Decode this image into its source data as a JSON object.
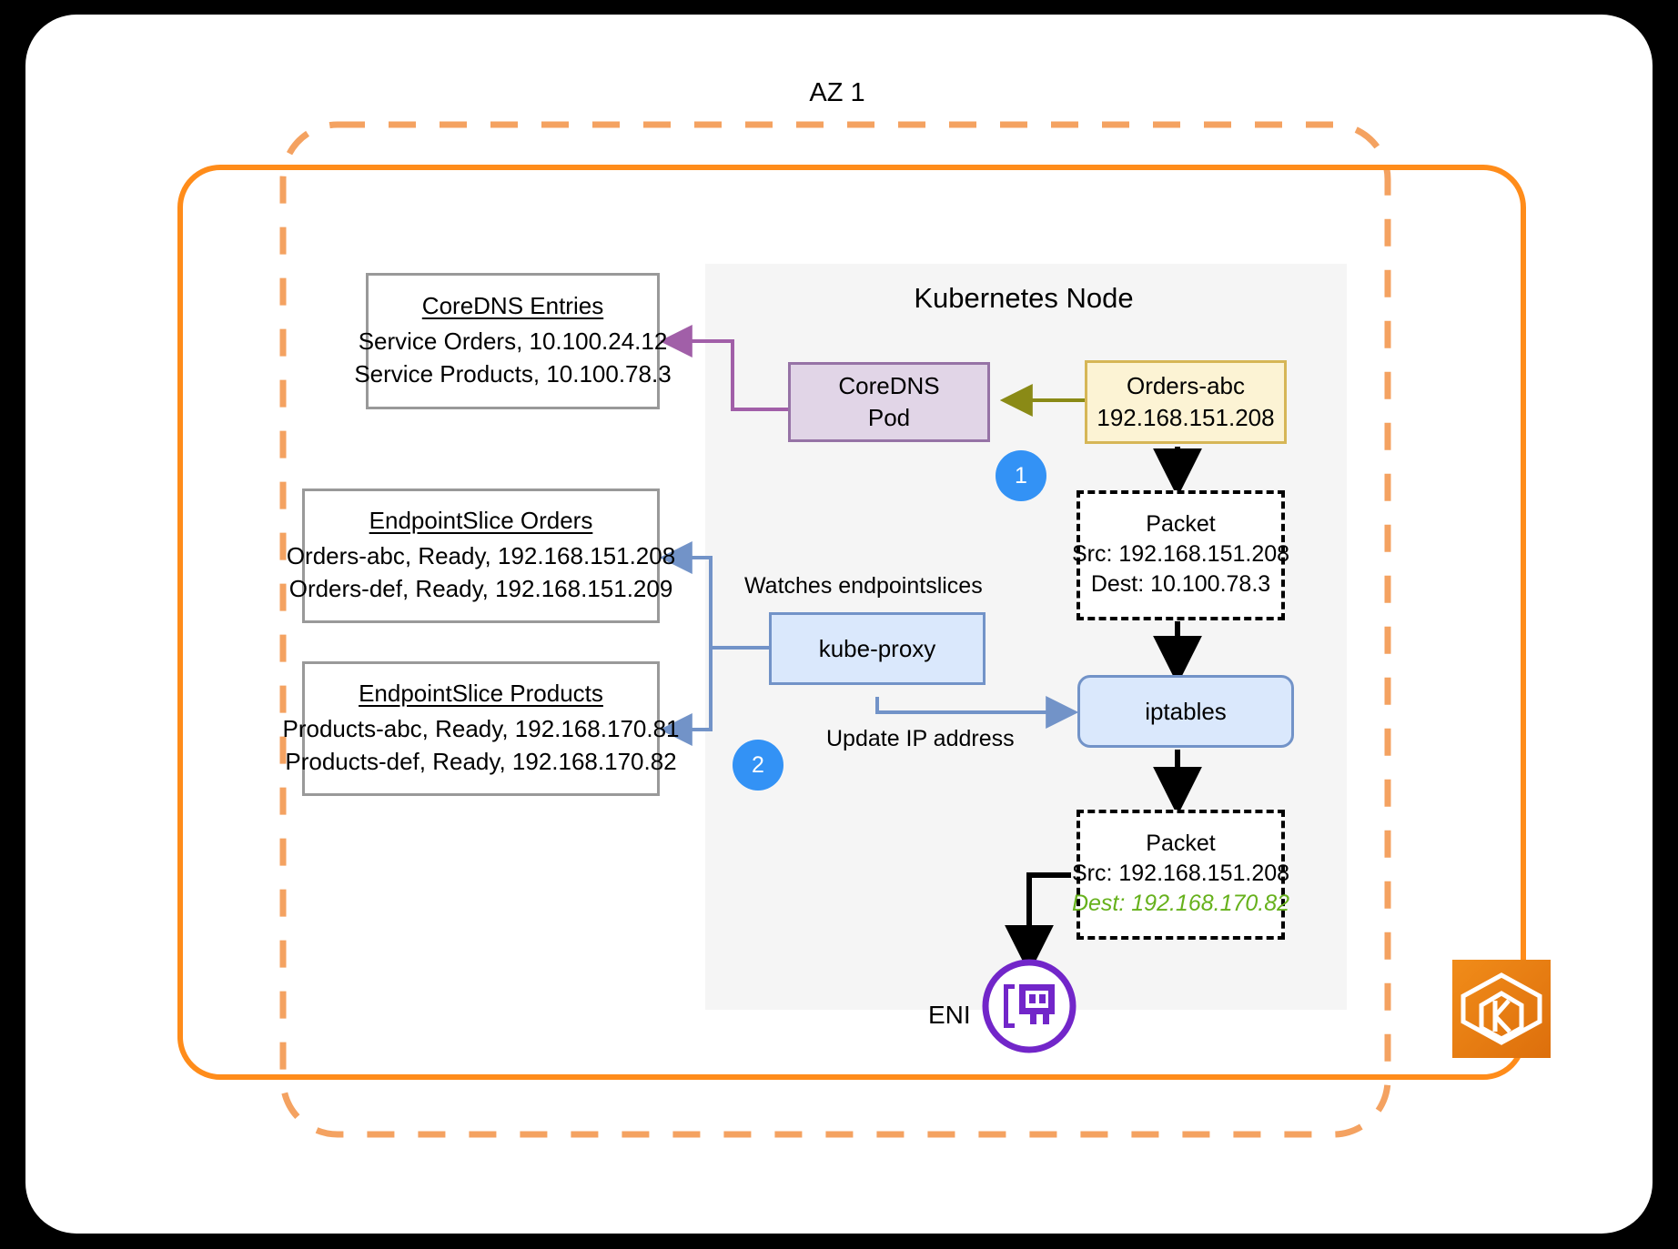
{
  "diagram": {
    "az_label": "AZ 1",
    "node_label": "Kubernetes Node"
  },
  "colors": {
    "az_dashed_border": "#f4a261",
    "vpc_border": "#ff8c1a",
    "node_background": "#f5f5f5",
    "coredns_fill": "#e1d5e7",
    "coredns_stroke": "#9673a6",
    "pod_fill": "#fcf3d4",
    "pod_stroke": "#d6b656",
    "blue_fill": "#dae8fc",
    "blue_stroke": "#7293c8",
    "badge": "#3392f5",
    "highlight_green": "#66b11c",
    "eni_purple": "#7226c9",
    "eks_orange": "#ed8c22"
  },
  "coredns_entries": {
    "title": "CoreDNS Entries",
    "lines": [
      "Service Orders, 10.100.24.12",
      "Service Products, 10.100.78.3"
    ]
  },
  "endpointslice_orders": {
    "title": "EndpointSlice Orders",
    "lines": [
      "Orders-abc, Ready, 192.168.151.208",
      "Orders-def, Ready, 192.168.151.209"
    ]
  },
  "endpointslice_products": {
    "title": "EndpointSlice Products",
    "lines": [
      "Products-abc, Ready, 192.168.170.81",
      "Products-def, Ready, 192.168.170.82"
    ]
  },
  "coredns_pod": {
    "line1": "CoreDNS",
    "line2": "Pod"
  },
  "orders_pod": {
    "line1": "Orders-abc",
    "line2": "192.168.151.208"
  },
  "kube_proxy": {
    "label": "kube-proxy"
  },
  "iptables": {
    "label": "iptables"
  },
  "packet_before": {
    "title": "Packet",
    "src": "Src: 192.168.151.208",
    "dest": "Dest: 10.100.78.3"
  },
  "packet_after": {
    "title": "Packet",
    "src": "Src: 192.168.151.208",
    "dest": "Dest: 192.168.170.82"
  },
  "badges": {
    "one": "1",
    "two": "2"
  },
  "labels": {
    "watches": "Watches endpointslices",
    "update_ip": "Update IP address",
    "eni": "ENI"
  }
}
